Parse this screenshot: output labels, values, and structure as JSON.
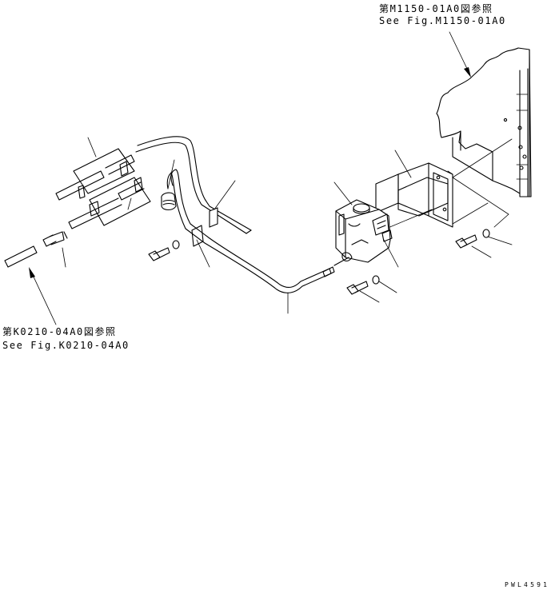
{
  "references": {
    "top_right": {
      "jp": "第M1150-01A0図参照",
      "en": "See Fig.M1150-01A0"
    },
    "bottom_left": {
      "jp": "第K0210-04A0図参照",
      "en": "See Fig.K0210-04A0"
    }
  },
  "drawing_code": "PWL4591"
}
